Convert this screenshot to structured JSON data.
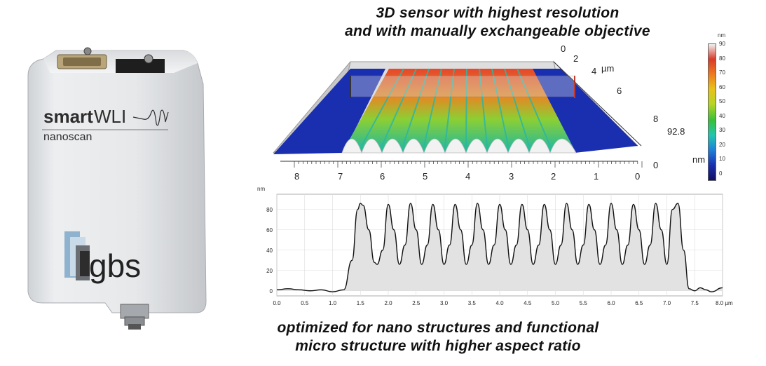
{
  "captions": {
    "top_line1": "3D sensor with highest resolution",
    "top_line2": "and with manually exchangeable objective",
    "bottom_line1": "optimized for nano structures and functional",
    "bottom_line2": "micro structure with higher aspect ratio"
  },
  "device": {
    "brand_line1_a": "smart",
    "brand_line1_b": "WLI",
    "brand_line2": "nanoscan",
    "logo_text": "gbs"
  },
  "surface3d": {
    "x_ticks": [
      "8",
      "7",
      "6",
      "5",
      "4",
      "3",
      "2",
      "1",
      "0"
    ],
    "y_ticks": [
      "0",
      "2",
      "4",
      "6",
      "8"
    ],
    "y_unit": "µm",
    "z_ticks": [
      "92.8",
      "0"
    ],
    "z_unit": "nm"
  },
  "colorscale": {
    "unit": "nm",
    "ticks": [
      "90",
      "80",
      "70",
      "60",
      "50",
      "40",
      "30",
      "20",
      "10",
      "0"
    ],
    "colors": [
      "#f2f2f2",
      "#d93a2a",
      "#ee7a1e",
      "#e8c21a",
      "#b8d424",
      "#38c03a",
      "#22c6b0",
      "#1e7fd8",
      "#1a2fb0",
      "#101060"
    ]
  },
  "chart_data": {
    "type": "line",
    "title": "",
    "xlabel": "µm",
    "ylabel": "nm",
    "xlim": [
      0,
      8.0
    ],
    "ylim": [
      -5,
      95
    ],
    "x_ticks": [
      "0.0",
      "0.5",
      "1.0",
      "1.5",
      "2.0",
      "2.5",
      "3.0",
      "3.5",
      "4.0",
      "4.5",
      "5.0",
      "5.5",
      "6.0",
      "6.5",
      "7.0",
      "7.5",
      "8.0 µm"
    ],
    "y_ticks": [
      "0",
      "20",
      "40",
      "60",
      "80"
    ],
    "y_unit_label": "nm",
    "series": [
      {
        "x": [
          0.0,
          0.2,
          0.4,
          0.6,
          0.8,
          1.0,
          1.2,
          1.35,
          1.45,
          1.5,
          1.55,
          1.65,
          1.75,
          1.8,
          1.9,
          2.0,
          2.1,
          2.2,
          2.3,
          2.4,
          2.5,
          2.6,
          2.7,
          2.8,
          2.9,
          3.0,
          3.1,
          3.2,
          3.3,
          3.4,
          3.5,
          3.6,
          3.7,
          3.8,
          3.9,
          4.0,
          4.1,
          4.2,
          4.3,
          4.4,
          4.5,
          4.6,
          4.7,
          4.8,
          4.9,
          5.0,
          5.1,
          5.2,
          5.3,
          5.4,
          5.5,
          5.6,
          5.7,
          5.8,
          5.9,
          6.0,
          6.1,
          6.2,
          6.3,
          6.4,
          6.5,
          6.6,
          6.7,
          6.8,
          6.9,
          7.0,
          7.1,
          7.2,
          7.3,
          7.4,
          7.5,
          7.6,
          7.7,
          7.8,
          8.0
        ],
        "y": [
          1,
          2,
          1,
          0,
          1,
          -1,
          1,
          30,
          80,
          86,
          84,
          60,
          28,
          26,
          40,
          85,
          60,
          26,
          45,
          86,
          60,
          26,
          45,
          85,
          60,
          26,
          45,
          85,
          60,
          26,
          45,
          86,
          60,
          26,
          45,
          85,
          60,
          26,
          45,
          85,
          60,
          26,
          45,
          85,
          60,
          26,
          45,
          86,
          60,
          26,
          45,
          85,
          60,
          26,
          45,
          86,
          60,
          26,
          45,
          85,
          60,
          26,
          45,
          86,
          60,
          26,
          80,
          86,
          40,
          2,
          0,
          3,
          1,
          -1,
          3
        ]
      }
    ]
  }
}
